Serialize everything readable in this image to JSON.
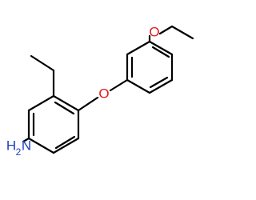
{
  "atoms": {
    "oxygen_left": {
      "symbol": "O"
    },
    "oxygen_right": {
      "symbol": "O"
    },
    "amine_main": {
      "symbol": "H"
    },
    "amine_sub": {
      "symbol": "2"
    },
    "amine_n": {
      "symbol": "N"
    }
  },
  "colors": {
    "oxygen": "#e31a1c",
    "nitrogen": "#1f3fbf",
    "bond": "#000000"
  }
}
